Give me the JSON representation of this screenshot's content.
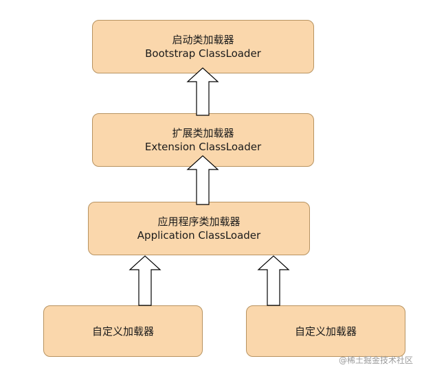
{
  "boxes": {
    "bootstrap": {
      "cn": "启动类加载器",
      "en": "Bootstrap ClassLoader"
    },
    "extension": {
      "cn": "扩展类加载器",
      "en": "Extension ClassLoader"
    },
    "application": {
      "cn": "应用程序类加载器",
      "en": "Application ClassLoader"
    },
    "custom_left": {
      "cn": "自定义加载器"
    },
    "custom_right": {
      "cn": "自定义加载器"
    }
  },
  "watermark": "@稀土掘金技术社区",
  "colors": {
    "box_fill": "#fad7ac",
    "box_border": "#b7925f",
    "arrow_fill": "#ffffff",
    "arrow_stroke": "#000000"
  }
}
